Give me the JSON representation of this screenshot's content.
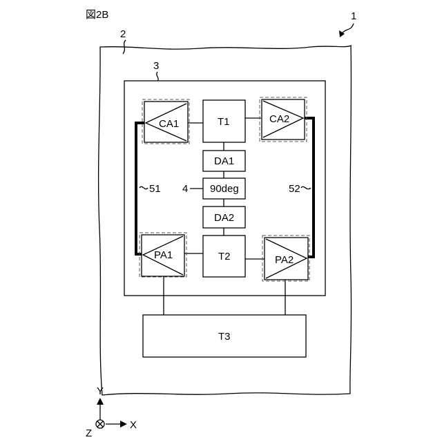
{
  "figure_label": "図2B",
  "refs": {
    "device": "1",
    "substrate": "2",
    "chip": "3",
    "phase_shifter": "4",
    "line_left": "51",
    "line_right": "52"
  },
  "blocks": {
    "ca1": "CA1",
    "t1": "T1",
    "ca2": "CA2",
    "da1": "DA1",
    "deg90": "90deg",
    "da2": "DA2",
    "pa1": "PA1",
    "t2": "T2",
    "pa2": "PA2",
    "t3": "T3"
  },
  "axes": {
    "y": "Y",
    "x": "X",
    "z": "Z"
  }
}
